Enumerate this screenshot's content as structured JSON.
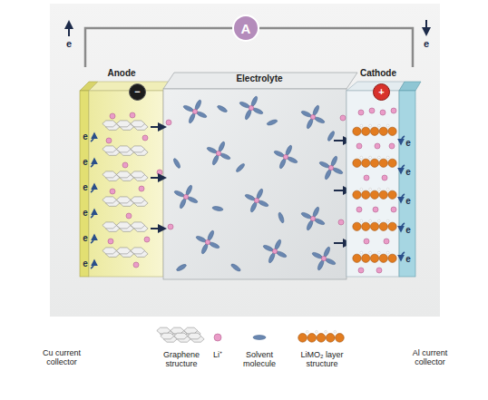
{
  "diagram": {
    "nodes": [
      {
        "text": [
          "A"
        ]
      },
      {
        "text": [
          "Anode"
        ]
      },
      {
        "text": [
          "−"
        ],
        "in": 1
      },
      {
        "text": [
          "Electrolyte"
        ]
      },
      {
        "text": [
          "Cathode"
        ]
      },
      {
        "text": [
          "+"
        ],
        "in": 4
      }
    ],
    "edges": [
      {
        "from": 1,
        "to": 0,
        "arrow": "none"
      },
      {
        "from": 0,
        "to": 4,
        "arrow": "none"
      }
    ],
    "labels": [
      "e",
      "e",
      "e",
      "e",
      "e",
      "e",
      "e",
      "e",
      "e",
      "e",
      "e",
      "e",
      "e",
      "Cu current collector",
      "Al current collector"
    ],
    "legend": [
      {
        "text": "Graphene structure"
      },
      {
        "text": "Li⁺"
      },
      {
        "text": "Solvent molecule"
      },
      {
        "text": "LiMO₂ layer structure"
      }
    ]
  }
}
